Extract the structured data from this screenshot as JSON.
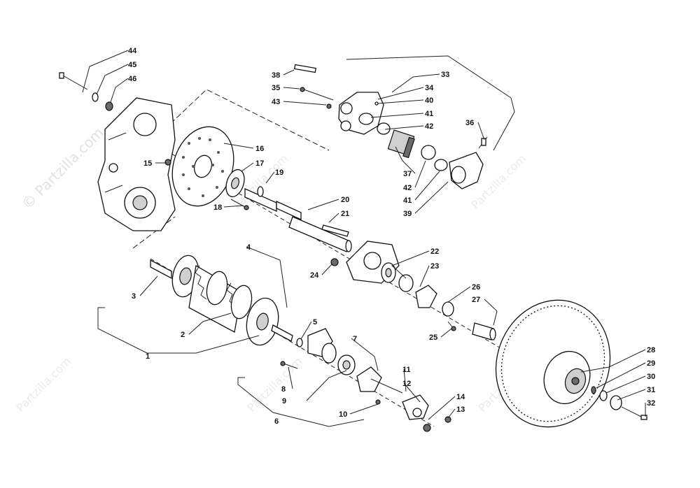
{
  "watermark": {
    "brand": "Partzilla.com",
    "copyright_symbol": "©",
    "color": "#c9c9c9"
  },
  "callouts": [
    "1",
    "2",
    "3",
    "4",
    "5",
    "6",
    "7",
    "8",
    "9",
    "10",
    "11",
    "12",
    "13",
    "14",
    "15",
    "16",
    "17",
    "18",
    "19",
    "20",
    "21",
    "22",
    "23",
    "24",
    "25",
    "26",
    "27",
    "28",
    "29",
    "30",
    "31",
    "32",
    "33",
    "34",
    "35",
    "36",
    "37",
    "38",
    "39",
    "40",
    "41",
    "42",
    "43",
    "44",
    "45",
    "46"
  ],
  "colors": {
    "line": "#222222",
    "fill_dark": "#6b6b6b",
    "fill_mid": "#cfcfcf",
    "background": "#ffffff"
  }
}
